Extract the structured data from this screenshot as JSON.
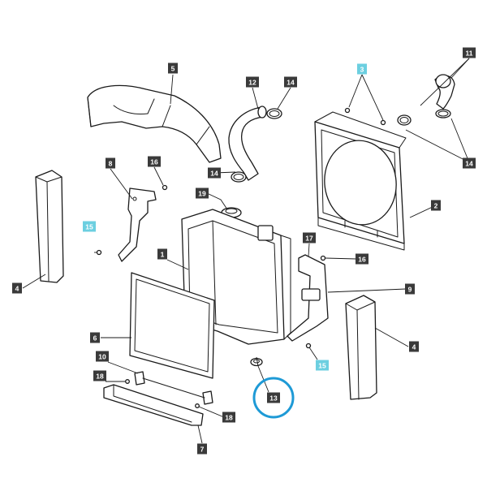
{
  "callouts": [
    {
      "id": "c5",
      "number": "5",
      "highlight": false
    },
    {
      "id": "c12",
      "number": "12",
      "highlight": false
    },
    {
      "id": "c14a",
      "number": "14",
      "highlight": false
    },
    {
      "id": "c3",
      "number": "3",
      "highlight": true
    },
    {
      "id": "c11",
      "number": "11",
      "highlight": false
    },
    {
      "id": "c8",
      "number": "8",
      "highlight": false
    },
    {
      "id": "c16a",
      "number": "16",
      "highlight": false
    },
    {
      "id": "c14b",
      "number": "14",
      "highlight": false
    },
    {
      "id": "c14c",
      "number": "14",
      "highlight": false
    },
    {
      "id": "c19",
      "number": "19",
      "highlight": false
    },
    {
      "id": "c2",
      "number": "2",
      "highlight": false
    },
    {
      "id": "c15a",
      "number": "15",
      "highlight": true
    },
    {
      "id": "c17",
      "number": "17",
      "highlight": false
    },
    {
      "id": "c1",
      "number": "1",
      "highlight": false
    },
    {
      "id": "c16b",
      "number": "16",
      "highlight": false
    },
    {
      "id": "c4a",
      "number": "4",
      "highlight": false
    },
    {
      "id": "c9",
      "number": "9",
      "highlight": false
    },
    {
      "id": "c6",
      "number": "6",
      "highlight": false
    },
    {
      "id": "c4b",
      "number": "4",
      "highlight": false
    },
    {
      "id": "c15b",
      "number": "15",
      "highlight": true
    },
    {
      "id": "c10",
      "number": "10",
      "highlight": false
    },
    {
      "id": "c18a",
      "number": "18",
      "highlight": false
    },
    {
      "id": "c13",
      "number": "13",
      "highlight": false,
      "circled": true
    },
    {
      "id": "c18b",
      "number": "18",
      "highlight": false
    },
    {
      "id": "c7",
      "number": "7",
      "highlight": false
    }
  ],
  "colors": {
    "label_dark": "#3a3a3a",
    "label_highlight": "#6ccfe0",
    "ring": "#1e9ad6"
  }
}
